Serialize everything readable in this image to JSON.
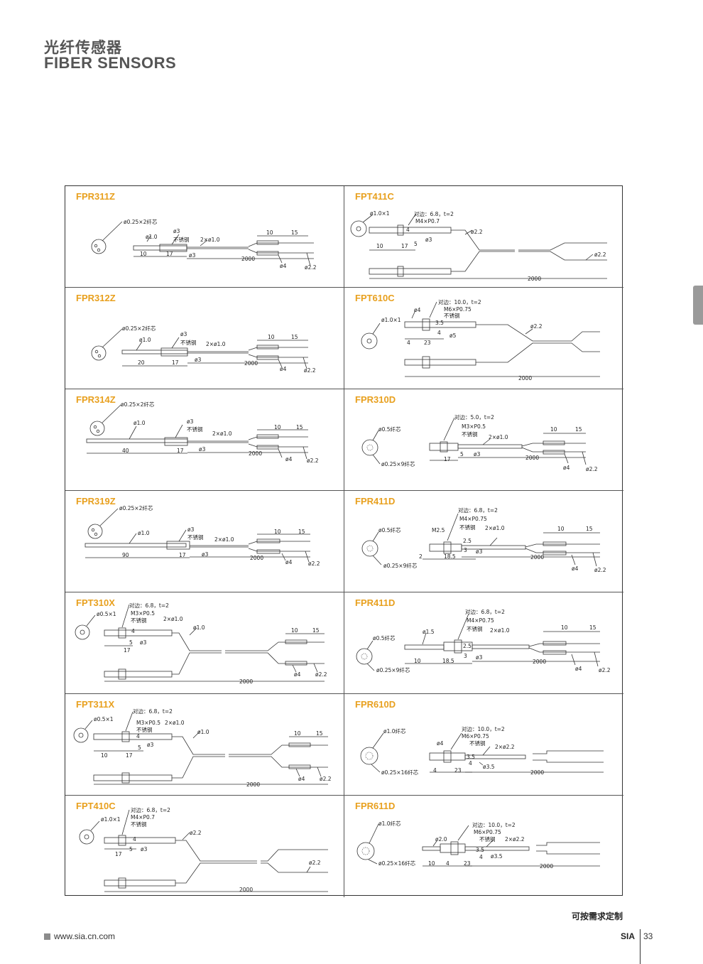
{
  "header": {
    "title_cn": "光纤传感器",
    "title_en": "FIBER SENSORS"
  },
  "cells": [
    {
      "model": "FPR311Z",
      "labels": [
        "ø0.25×2纤芯",
        "ø1.0",
        "ø3",
        "不锈钢",
        "2×ø1.0",
        "ø3",
        "10",
        "17",
        "10",
        "15",
        "2000",
        "ø4",
        "ø2.2"
      ]
    },
    {
      "model": "FPT411C",
      "labels": [
        "ø1.0×1",
        "对边：6.8，t=2",
        "M4×P0.7",
        "ø2.2",
        "4",
        "5",
        "ø3",
        "10",
        "17",
        "ø2.2",
        "2000"
      ]
    },
    {
      "model": "FPR312Z",
      "labels": [
        "ø0.25×2纤芯",
        "ø1.0",
        "ø3",
        "不锈钢",
        "2×ø1.0",
        "ø3",
        "20",
        "17",
        "10",
        "15",
        "2000",
        "ø4",
        "ø2.2"
      ]
    },
    {
      "model": "FPT610C",
      "labels": [
        "对边：10.0，t=2",
        "ø4",
        "M6×P0.75",
        "不锈钢",
        "ø1.0×1",
        "3.5",
        "4",
        "ø5",
        "4",
        "23",
        "ø2.2",
        "2000"
      ]
    },
    {
      "model": "FPR314Z",
      "labels": [
        "ø0.25×2纤芯",
        "ø1.0",
        "ø3",
        "不锈钢",
        "2×ø1.0",
        "ø3",
        "40",
        "17",
        "10",
        "15",
        "2000",
        "ø4",
        "ø2.2"
      ]
    },
    {
      "model": "FPR310D",
      "labels": [
        "对边：5.0，t=2",
        "ø0.5纤芯",
        "M3×P0.5",
        "不锈钢",
        "2×ø1.0",
        "ø3",
        "5",
        "17",
        "ø0.25×9纤芯",
        "10",
        "15",
        "2000",
        "ø4",
        "ø2.2"
      ]
    },
    {
      "model": "FPR319Z",
      "labels": [
        "ø0.25×2纤芯",
        "ø1.0",
        "ø3",
        "不锈钢",
        "2×ø1.0",
        "ø3",
        "90",
        "17",
        "10",
        "15",
        "2000",
        "ø4",
        "ø2.2"
      ]
    },
    {
      "model": "FPR411D",
      "labels": [
        "对边：6.8，t=2",
        "M4×P0.75",
        "ø0.5纤芯",
        "M2.5",
        "不锈钢",
        "2×ø1.0",
        "2.5",
        "3",
        "ø3",
        "2",
        "18.5",
        "ø0.25×9纤芯",
        "10",
        "15",
        "2000",
        "ø4",
        "ø2.2"
      ]
    },
    {
      "model": "FPT310X",
      "labels": [
        "ø0.5×1",
        "对边：6.8，t=2",
        "M3×P0.5",
        "不锈钢",
        "2×ø1.0",
        "ø1.0",
        "4",
        "5",
        "ø3",
        "17",
        "10",
        "15",
        "ø4",
        "ø2.2",
        "2000"
      ]
    },
    {
      "model": "FPR411D",
      "labels": [
        "对边：6.8，t=2",
        "M4×P0.75",
        "ø0.5纤芯",
        "ø1.5",
        "不锈钢",
        "2×ø1.0",
        "2.5",
        "3",
        "ø3",
        "10",
        "18.5",
        "ø0.25×9纤芯",
        "10",
        "15",
        "2000",
        "ø4",
        "ø2.2"
      ]
    },
    {
      "model": "FPT311X",
      "labels": [
        "对边：6.8，t=2",
        "ø0.5×1",
        "M3×P0.5",
        "2×ø1.0",
        "不锈钢",
        "ø1.0",
        "4",
        "5",
        "ø3",
        "10",
        "17",
        "10",
        "15",
        "ø4",
        "ø2.2",
        "2000"
      ]
    },
    {
      "model": "FPR610D",
      "labels": [
        "对边：10.0，t=2",
        "ø1.0纤芯",
        "M6×P0.75",
        "ø4",
        "不锈钢",
        "2×ø2.2",
        "3.5",
        "4",
        "ø3.5",
        "ø0.25×16纤芯",
        "4",
        "23",
        "2000"
      ]
    },
    {
      "model": "FPT410C",
      "labels": [
        "ø1.0×1",
        "对边：6.8，t=2",
        "M4×P0.7",
        "不锈钢",
        "ø2.2",
        "4",
        "5",
        "ø3",
        "17",
        "ø2.2",
        "2000"
      ]
    },
    {
      "model": "FPR611D",
      "labels": [
        "ø1.0纤芯",
        "对边：10.0，t=2",
        "M6×P0.75",
        "ø2.0",
        "不锈钢",
        "2×ø2.2",
        "3.5",
        "4",
        "ø3.5",
        "ø0.25×16纤芯",
        "10",
        "4",
        "23",
        "2000"
      ]
    }
  ],
  "note": "可按需求定制",
  "footer": {
    "url": "www.sia.cn.com",
    "brand": "SIA",
    "page": "33"
  },
  "colors": {
    "model_label": "#e8a01e",
    "side_tab": "#9a9a9a"
  }
}
